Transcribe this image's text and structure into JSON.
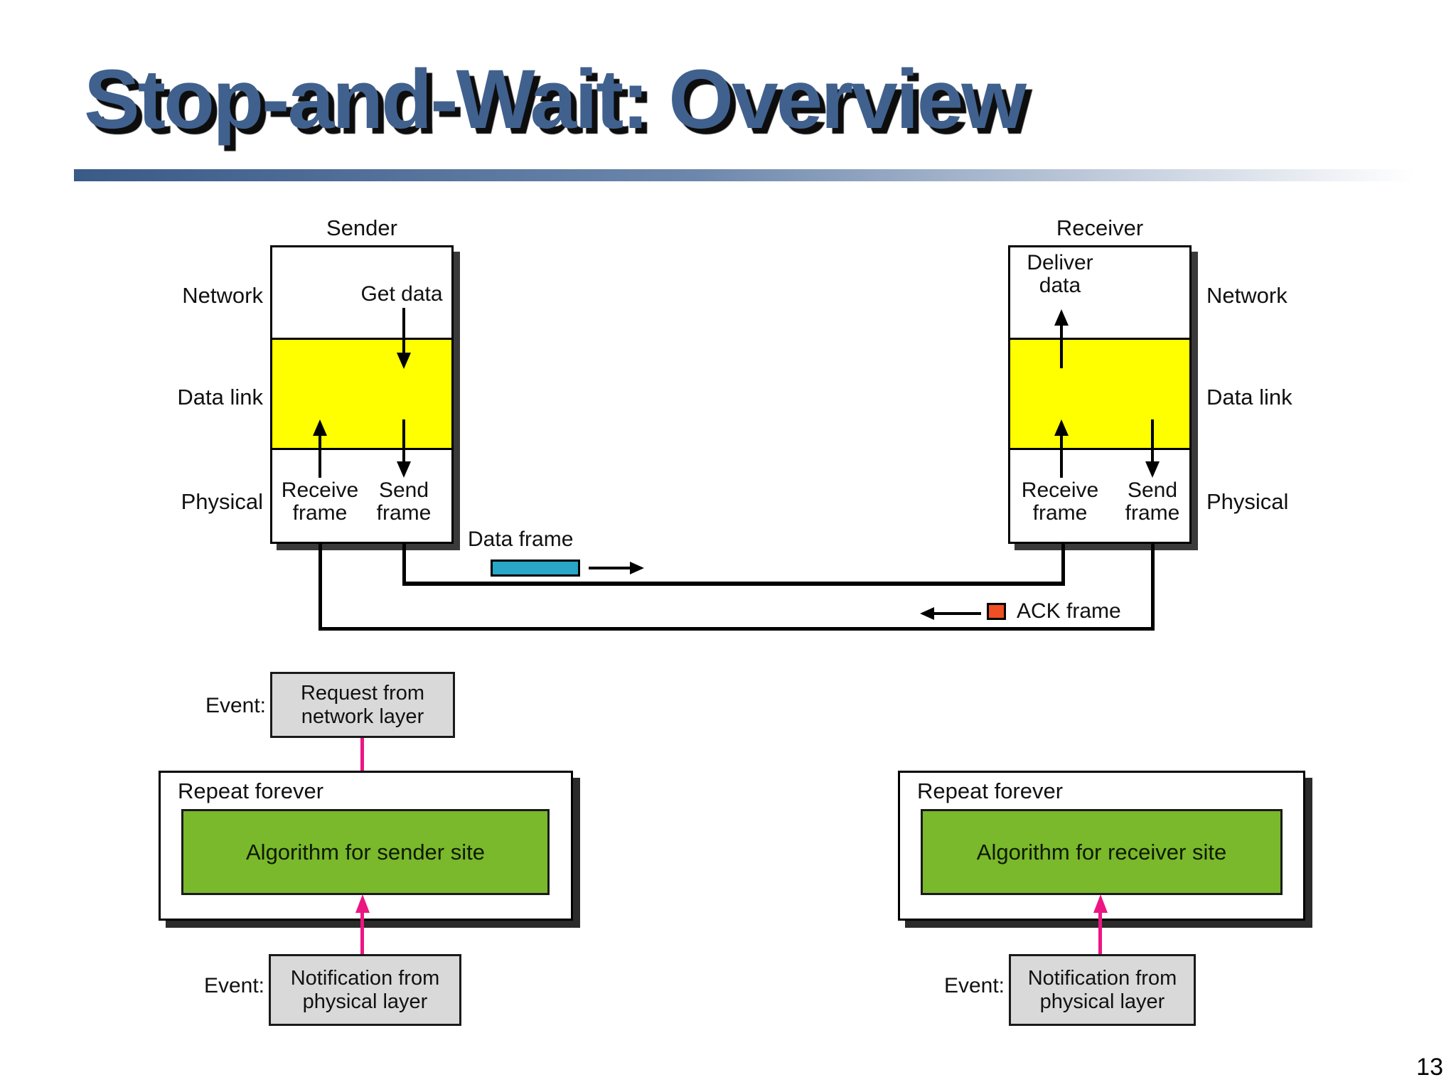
{
  "title": "Stop-and-Wait: Overview",
  "page_number": "13",
  "colors": {
    "title_blue": "#40618e",
    "bar_start": "#3a5a88",
    "yellow": "#ffff00",
    "green": "#7ab82c",
    "pink": "#ec1683",
    "cyan": "#29a6c8",
    "orange": "#f04e23",
    "gray_box": "#d9d9d9"
  },
  "stacks": {
    "layer_labels": [
      "Network",
      "Data link",
      "Physical"
    ],
    "sender": {
      "name": "Sender",
      "top_action": "Get data",
      "receive": "Receive frame",
      "send": "Send frame"
    },
    "receiver": {
      "name": "Receiver",
      "top_action": "Deliver data",
      "receive": "Receive frame",
      "send": "Send frame"
    }
  },
  "flows": {
    "data_frame": "Data frame",
    "ack_frame": "ACK frame"
  },
  "events": {
    "request": {
      "label": "Event:",
      "text": "Request from network layer"
    },
    "sender_notification": {
      "label": "Event:",
      "text": "Notification from physical layer"
    },
    "receiver_notification": {
      "label": "Event:",
      "text": "Notification from physical layer"
    }
  },
  "loops": {
    "sender": {
      "title": "Repeat forever",
      "algorithm": "Algorithm for sender site"
    },
    "receiver": {
      "title": "Repeat forever",
      "algorithm": "Algorithm for receiver site"
    }
  }
}
